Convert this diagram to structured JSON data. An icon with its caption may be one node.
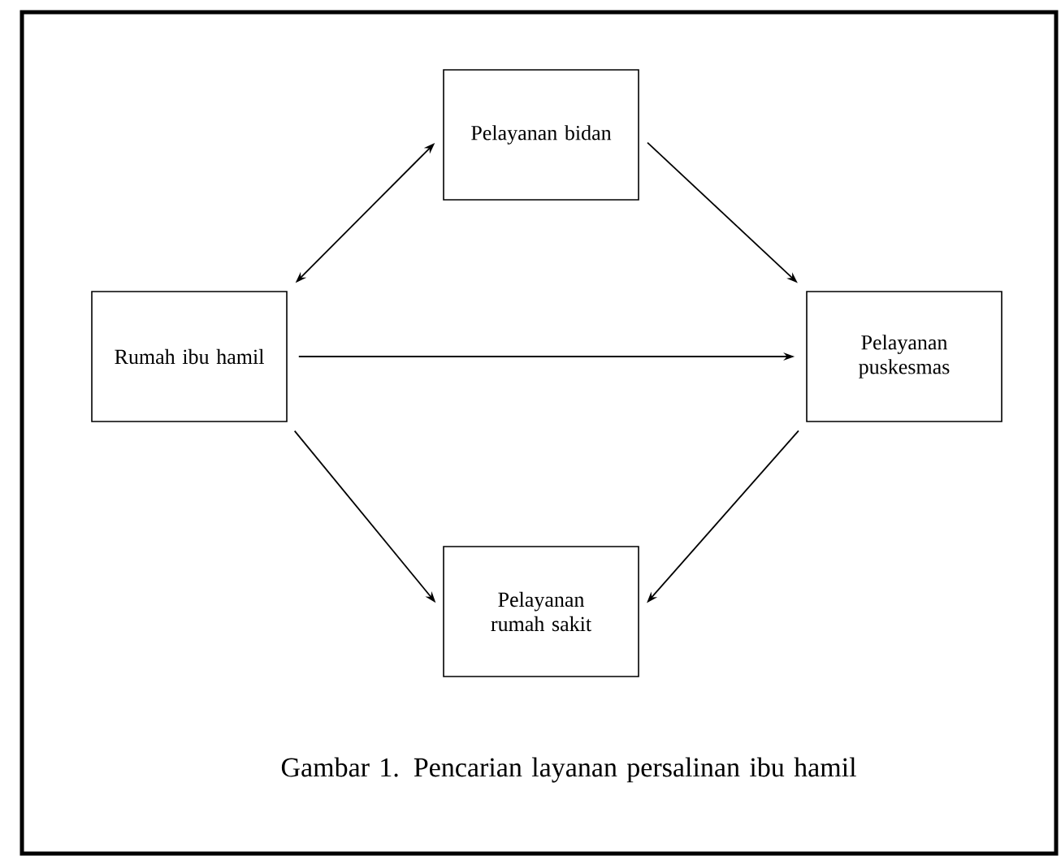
{
  "diagram": {
    "caption": "Gambar 1. Pencarian layanan persalinan ibu hamil",
    "nodes": [
      {
        "text": [
          "Pelayanan bidan"
        ]
      },
      {
        "text": [
          "Rumah ibu hamil"
        ]
      },
      {
        "text": [
          "Pelayanan puskesmas"
        ]
      },
      {
        "text": [
          "Pelayanan rumah sakit"
        ]
      }
    ],
    "edges": [
      {
        "from": 0,
        "to": 1,
        "arrow": "both"
      },
      {
        "from": 0,
        "to": 2,
        "arrow": "to"
      },
      {
        "from": 1,
        "to": 2,
        "arrow": "to"
      },
      {
        "from": 1,
        "to": 3,
        "arrow": "to"
      },
      {
        "from": 2,
        "to": 3,
        "arrow": "to"
      }
    ]
  }
}
